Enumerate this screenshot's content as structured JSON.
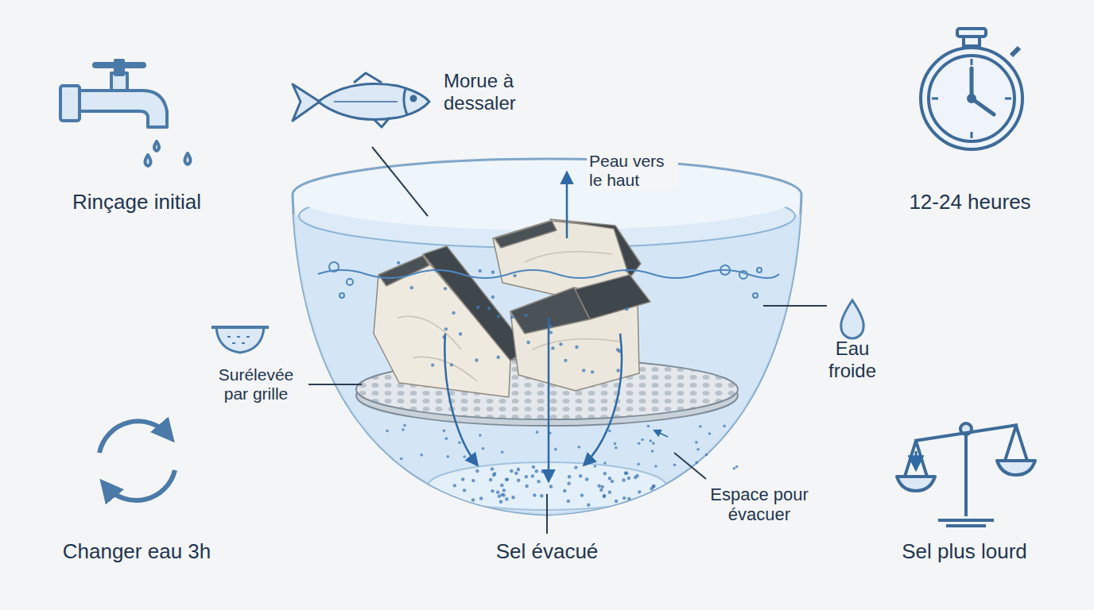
{
  "diagram": {
    "labels": [
      "Morue à dessaler",
      "Peau vers le haut",
      "Rinçage initial",
      "12-24 heures",
      "Eau froide",
      "Surélevée par grille",
      "Espace pour évacuer",
      "Changer eau 3h",
      "Sel évacué",
      "Sel plus lourd"
    ]
  }
}
